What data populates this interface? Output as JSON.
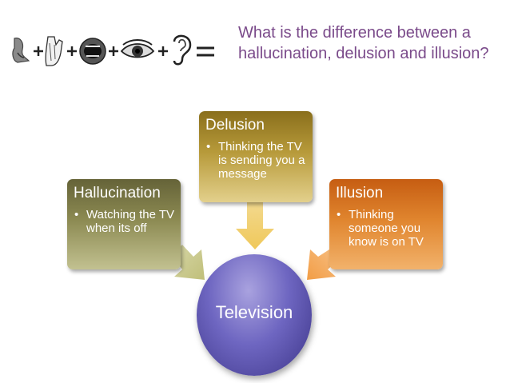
{
  "header": {
    "question": "What is the difference between a hallucination, delusion and illusion?",
    "senses_icons": [
      "nose-icon",
      "hand-icon",
      "mouth-icon",
      "eye-icon",
      "ear-icon"
    ]
  },
  "diagram": {
    "center": {
      "label": "Television",
      "color": "#5b53ad"
    },
    "boxes": [
      {
        "title": "Hallucination",
        "bullet": "Watching the TV when its off",
        "color": "#7b7944"
      },
      {
        "title": "Delusion",
        "bullet": "Thinking the TV is sending you a message",
        "color": "#a3862a"
      },
      {
        "title": "Illusion",
        "bullet": "Thinking someone you know is on TV",
        "color": "#d9731f"
      }
    ]
  }
}
